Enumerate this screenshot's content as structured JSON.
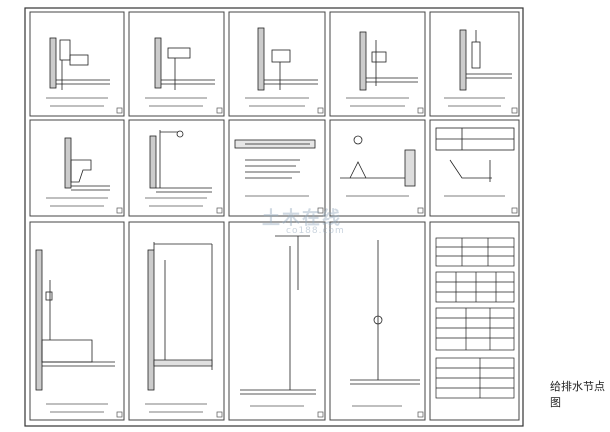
{
  "sheet": {
    "title": "给排水节点图",
    "accent": "#222222",
    "watermark_main": "土木在线",
    "watermark_sub": "co188.com"
  },
  "panels": [
    {
      "kind": "wall-fixture",
      "grid": "r1c1"
    },
    {
      "kind": "wall-fixture",
      "grid": "r1c2"
    },
    {
      "kind": "wall-fixture",
      "grid": "r1c3"
    },
    {
      "kind": "wall-fixture",
      "grid": "r1c4"
    },
    {
      "kind": "wall-fixture",
      "grid": "r1c5"
    },
    {
      "kind": "wall-fixture",
      "grid": "r2c1"
    },
    {
      "kind": "shower",
      "grid": "r2c2"
    },
    {
      "kind": "pipe-plan",
      "grid": "r2c3"
    },
    {
      "kind": "pipe-section",
      "grid": "r2c4"
    },
    {
      "kind": "pipe-section",
      "grid": "r2c5"
    },
    {
      "kind": "bathtub",
      "grid": "r3c1"
    },
    {
      "kind": "shower-room",
      "grid": "r3c2"
    },
    {
      "kind": "riser",
      "grid": "r3c3"
    },
    {
      "kind": "riser",
      "grid": "r3c4"
    },
    {
      "kind": "tables",
      "grid": "r3c5"
    }
  ]
}
